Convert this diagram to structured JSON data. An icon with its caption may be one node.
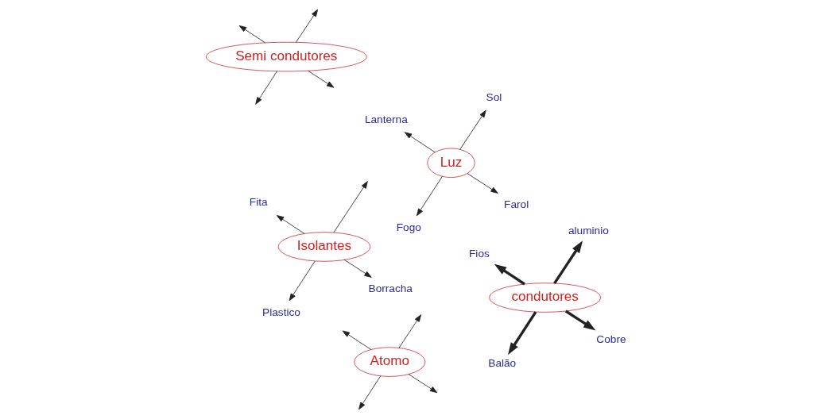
{
  "diagram": {
    "nodes": [
      {
        "text": [
          "Luz"
        ]
      },
      {
        "text": [
          "Farol"
        ]
      },
      {
        "text": [
          "Fogo"
        ]
      },
      {
        "text": [
          "Lanterna"
        ]
      },
      {
        "text": [
          "Sol"
        ]
      },
      {
        "text": [
          "Atomo"
        ]
      },
      {
        "text": [
          "condutores"
        ]
      },
      {
        "text": [
          "Cobre"
        ]
      },
      {
        "text": [
          "Balão"
        ]
      },
      {
        "text": [
          "Fios"
        ]
      },
      {
        "text": [
          "aluminio"
        ]
      },
      {
        "text": [
          "Semi condutores"
        ]
      },
      {
        "text": [
          "Isolantes"
        ]
      },
      {
        "text": [
          "Borracha"
        ]
      },
      {
        "text": [
          "Plastico"
        ]
      },
      {
        "text": [
          "Fita"
        ]
      }
    ],
    "edges": [
      {
        "from": 0,
        "to": 1,
        "arrow": "to"
      },
      {
        "from": 0,
        "to": 2,
        "arrow": "to"
      },
      {
        "from": 0,
        "to": 3,
        "arrow": "to"
      },
      {
        "from": 0,
        "to": 4,
        "arrow": "to"
      },
      {
        "from": 5,
        "to": null,
        "arrow": "to"
      },
      {
        "from": 5,
        "to": null,
        "arrow": "to"
      },
      {
        "from": 5,
        "to": null,
        "arrow": "to"
      },
      {
        "from": 5,
        "to": null,
        "arrow": "to"
      },
      {
        "from": 6,
        "to": 7,
        "arrow": "to",
        "style": "thick"
      },
      {
        "from": 6,
        "to": 8,
        "arrow": "to",
        "style": "thick"
      },
      {
        "from": 6,
        "to": 9,
        "arrow": "to",
        "style": "thick"
      },
      {
        "from": 6,
        "to": 10,
        "arrow": "to",
        "style": "thick"
      },
      {
        "from": 11,
        "to": null,
        "arrow": "to"
      },
      {
        "from": 11,
        "to": null,
        "arrow": "to"
      },
      {
        "from": 11,
        "to": null,
        "arrow": "to"
      },
      {
        "from": 11,
        "to": null,
        "arrow": "to"
      },
      {
        "from": 12,
        "to": 13,
        "arrow": "to"
      },
      {
        "from": 12,
        "to": null,
        "arrow": "to"
      },
      {
        "from": 12,
        "to": 14,
        "arrow": "to"
      },
      {
        "from": 12,
        "to": 15,
        "arrow": "to"
      }
    ]
  }
}
